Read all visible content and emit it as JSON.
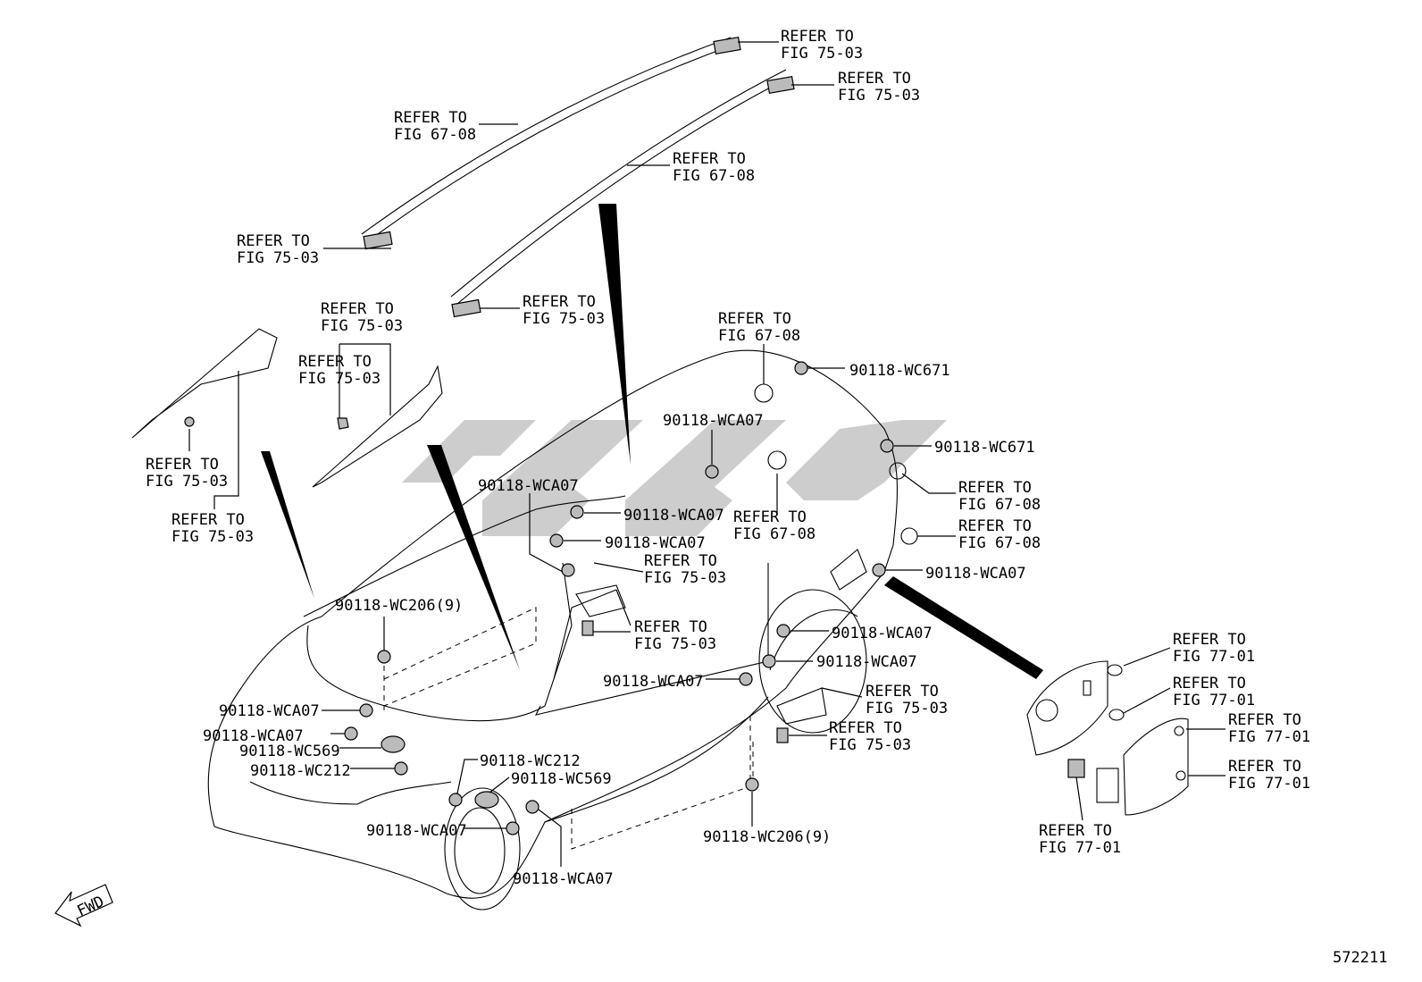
{
  "diagram_id": "572211",
  "fwd_label": "FWD",
  "watermark_color": "#c8c8c8",
  "callouts": [
    {
      "id": "c1",
      "lines": [
        "REFER TO",
        "FIG 75-03"
      ]
    },
    {
      "id": "c2",
      "lines": [
        "REFER TO",
        "FIG 75-03"
      ]
    },
    {
      "id": "c3",
      "lines": [
        "REFER TO",
        "FIG 67-08"
      ]
    },
    {
      "id": "c4",
      "lines": [
        "REFER TO",
        "FIG 67-08"
      ]
    },
    {
      "id": "c5",
      "lines": [
        "REFER TO",
        "FIG 75-03"
      ]
    },
    {
      "id": "c6",
      "lines": [
        "REFER TO",
        "FIG 75-03"
      ]
    },
    {
      "id": "c7",
      "lines": [
        "REFER TO",
        "FIG 75-03"
      ]
    },
    {
      "id": "c8",
      "lines": [
        "REFER TO",
        "FIG 75-03"
      ]
    },
    {
      "id": "c9",
      "lines": [
        "REFER TO",
        "FIG 67-08"
      ]
    },
    {
      "id": "c10",
      "lines": [
        "90118-WC671"
      ]
    },
    {
      "id": "c11",
      "lines": [
        "90118-WCA07"
      ]
    },
    {
      "id": "c12",
      "lines": [
        "REFER TO",
        "FIG 75-03"
      ]
    },
    {
      "id": "c13",
      "lines": [
        "REFER TO",
        "FIG 75-03"
      ]
    },
    {
      "id": "c14",
      "lines": [
        "90118-WC671"
      ]
    },
    {
      "id": "c15",
      "lines": [
        "REFER TO",
        "FIG 67-08"
      ]
    },
    {
      "id": "c16",
      "lines": [
        "90118-WCA07"
      ]
    },
    {
      "id": "c17",
      "lines": [
        "90118-WCA07"
      ]
    },
    {
      "id": "c18",
      "lines": [
        "REFER TO",
        "FIG 67-08"
      ]
    },
    {
      "id": "c19",
      "lines": [
        "REFER TO",
        "FIG 67-08"
      ]
    },
    {
      "id": "c20",
      "lines": [
        "90118-WCA07"
      ]
    },
    {
      "id": "c21",
      "lines": [
        "REFER TO",
        "FIG 75-03"
      ]
    },
    {
      "id": "c22",
      "lines": [
        "90118-WCA07"
      ]
    },
    {
      "id": "c23",
      "lines": [
        "90118-WC206(9)"
      ]
    },
    {
      "id": "c24",
      "lines": [
        "REFER TO",
        "FIG 75-03"
      ]
    },
    {
      "id": "c25",
      "lines": [
        "90118-WCA07"
      ]
    },
    {
      "id": "c26",
      "lines": [
        "90118-WCA07"
      ]
    },
    {
      "id": "c27",
      "lines": [
        "REFER TO",
        "FIG 77-01"
      ]
    },
    {
      "id": "c28",
      "lines": [
        "REFER TO",
        "FIG 77-01"
      ]
    },
    {
      "id": "c29",
      "lines": [
        "90118-WCA07"
      ]
    },
    {
      "id": "c30",
      "lines": [
        "REFER TO",
        "FIG 75-03"
      ]
    },
    {
      "id": "c31",
      "lines": [
        "REFER TO",
        "FIG 77-01"
      ]
    },
    {
      "id": "c32",
      "lines": [
        "90118-WCA07"
      ]
    },
    {
      "id": "c33",
      "lines": [
        "REFER TO",
        "FIG 75-03"
      ]
    },
    {
      "id": "c34",
      "lines": [
        "90118-WCA07"
      ]
    },
    {
      "id": "c35",
      "lines": [
        "90118-WC569"
      ]
    },
    {
      "id": "c36",
      "lines": [
        "90118-WC212"
      ]
    },
    {
      "id": "c37",
      "lines": [
        "90118-WC212"
      ]
    },
    {
      "id": "c38",
      "lines": [
        "90118-WC569"
      ]
    },
    {
      "id": "c39",
      "lines": [
        "REFER TO",
        "FIG 77-01"
      ]
    },
    {
      "id": "c40",
      "lines": [
        "90118-WCA07"
      ]
    },
    {
      "id": "c41",
      "lines": [
        "90118-WC206(9)"
      ]
    },
    {
      "id": "c42",
      "lines": [
        "REFER TO",
        "FIG 77-01"
      ]
    },
    {
      "id": "c43",
      "lines": [
        "90118-WCA07"
      ]
    }
  ]
}
